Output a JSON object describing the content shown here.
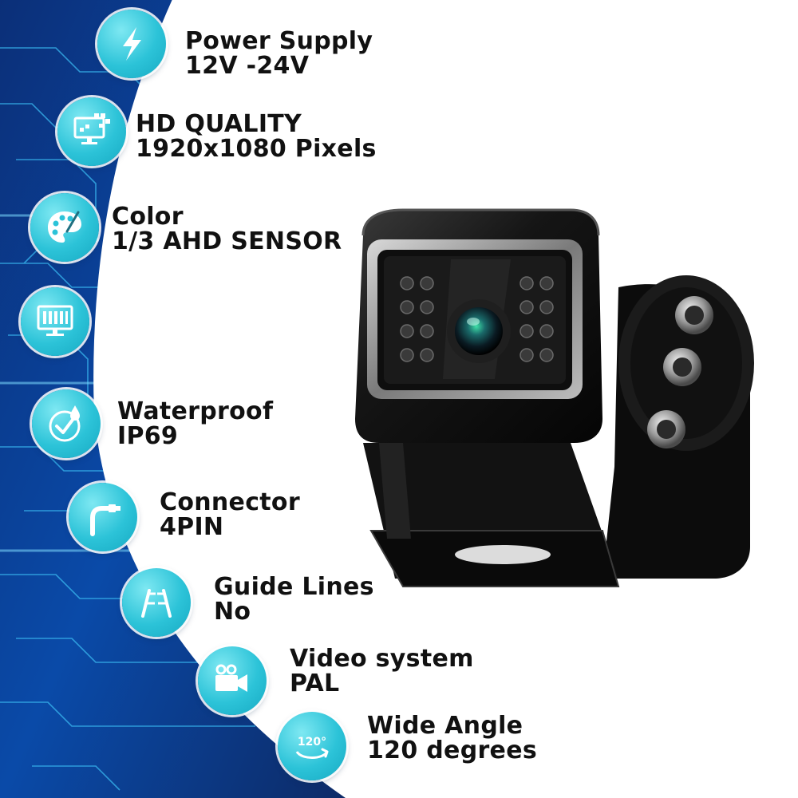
{
  "colors": {
    "icon_fill": "#2cc3d8",
    "background_blue": "#0a3d8c",
    "text": "#111111",
    "camera_body": "#151515"
  },
  "features": [
    {
      "icon": "lightning-bolt-icon",
      "title": "Power Supply",
      "value": "12V -24V"
    },
    {
      "icon": "hd-monitor-icon",
      "title": "HD QUALITY",
      "value": "1920x1080 Pixels"
    },
    {
      "icon": "paint-palette-icon",
      "title": "Color",
      "value": "1/3 AHD SENSOR"
    },
    {
      "icon": "screen-bars-icon",
      "title": "",
      "value": ""
    },
    {
      "icon": "water-drop-check-icon",
      "title": "Waterproof",
      "value": "IP69"
    },
    {
      "icon": "cable-plug-icon",
      "title": "Connector",
      "value": "4PIN"
    },
    {
      "icon": "road-guide-lines-icon",
      "title": "Guide Lines",
      "value": "No"
    },
    {
      "icon": "video-camera-icon",
      "title": "Video system",
      "value": "PAL"
    },
    {
      "icon": "rotate-120-icon",
      "title": "Wide Angle",
      "value": "120 degrees",
      "badge": "120°"
    }
  ]
}
